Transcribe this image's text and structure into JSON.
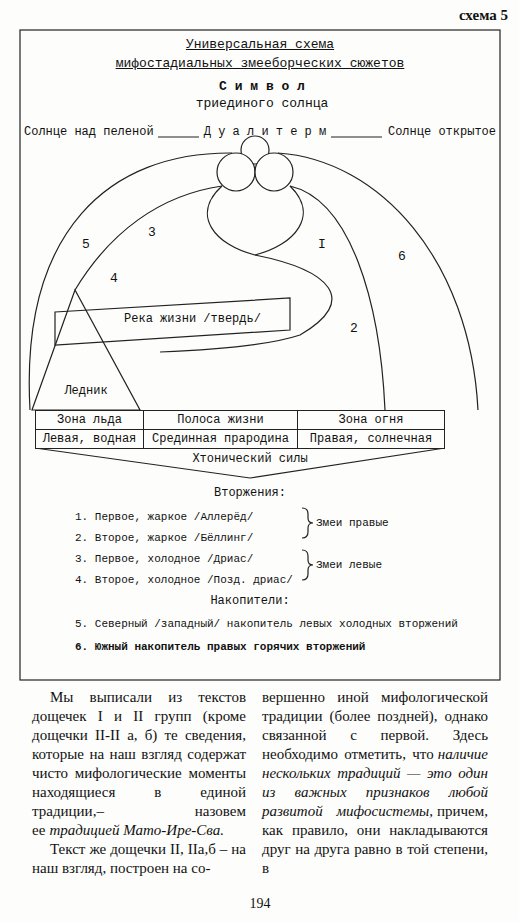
{
  "diagram": {
    "nodes": [
      {
        "text": [
          "Река жизни /твердь/"
        ]
      },
      {
        "text": [
          "Ледник"
        ]
      },
      {
        "text": [
          "Зона льда"
        ]
      },
      {
        "text": [
          "Полоса жизни"
        ]
      },
      {
        "text": [
          "Зона огня"
        ]
      },
      {
        "text": [
          "Левая, водная"
        ]
      },
      {
        "text": [
          "Срединная прародина"
        ]
      },
      {
        "text": [
          "Правая, солнечная"
        ]
      }
    ],
    "labels": [
      "схема 5",
      "Универсальная схема",
      "мифостадиальных змееборческих сюжетов",
      "С и м в о л",
      "триединого солнца",
      "Солнце над пеленой",
      "Д у а л и т е р м",
      "Солнце открытое",
      "5",
      "3",
      "4",
      "I",
      "6",
      "2",
      "Хтонический силы",
      "Вторжения:",
      "1. Первое, жаркое /Аллерёд/",
      "2. Второе, жаркое /Бёллинг/",
      "3. Первое, холодное /Дриас/",
      "4. Второе, холодное /Позд. дриас/",
      "Змеи правые",
      "Змеи левые",
      "Накопители:",
      "5. Северный /западный/ накопитель левых холодных вторжений",
      "6. Южный накопитель правых горячих вторжений",
      "Мы выписали из текстов дощечек I и II групп (кроме дощечки II-II а, б) те сведения, которые на наш взгляд содержат чисто мифологические моменты находящиеся в единой традиции,– назовем ее",
      "традицией Мато-Ире-Сва.",
      "Текст же дощечки II, IIа,б – на наш взгляд, построен на со-",
      "вершенно иной мифологической традиции (более поздней), однако связанной с первой. Здесь необходимо отметить, что",
      "наличие нескольких традиций — это один из важных признаков любой развитой мифосистемы,",
      "причем, как правило, они накладываются друг на друга равно в той степени, в",
      "194"
    ]
  }
}
